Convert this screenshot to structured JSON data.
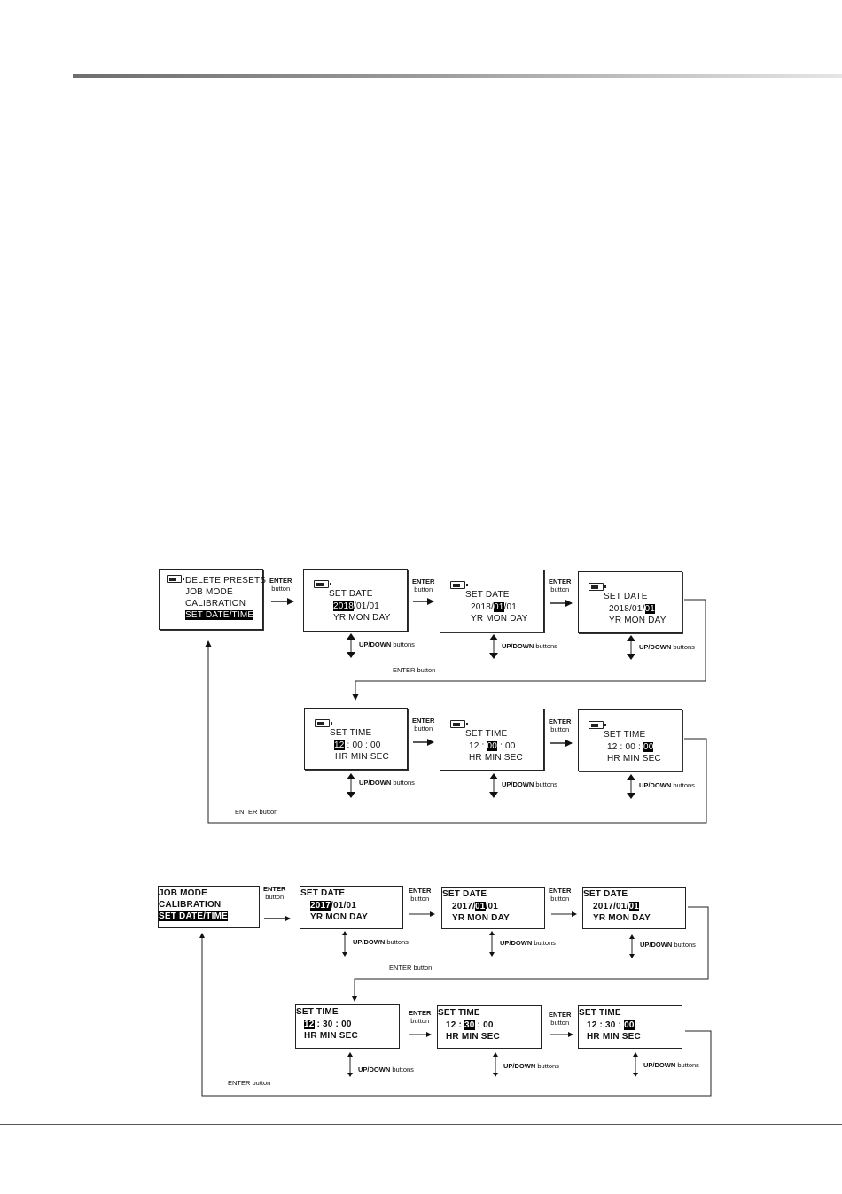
{
  "section_a": {
    "menu": [
      {
        "text": "DELETE PRESETS",
        "selected": false
      },
      {
        "text": "JOB MODE",
        "selected": false
      },
      {
        "text": "CALIBRATION",
        "selected": false
      },
      {
        "text": "SET DATE/TIME",
        "selected": true
      }
    ],
    "date_screens": [
      {
        "title": "SET DATE",
        "value": [
          "2018",
          "/",
          "01",
          "/",
          "01"
        ],
        "hl": 0,
        "units": "YR  MON  DAY"
      },
      {
        "title": "SET DATE",
        "value": [
          "2018",
          "/",
          "01",
          "/",
          "01"
        ],
        "hl": 2,
        "units": "YR  MON  DAY"
      },
      {
        "title": "SET DATE",
        "value": [
          "2018",
          "/",
          "01",
          "/",
          "01"
        ],
        "hl": 4,
        "units": "YR  MON  DAY"
      }
    ],
    "time_screens": [
      {
        "title": "SET TIME",
        "value": [
          "12",
          " : ",
          "00",
          " : ",
          "00"
        ],
        "hl": 0,
        "units": "HR  MIN  SEC"
      },
      {
        "title": "SET TIME",
        "value": [
          "12",
          " : ",
          "00",
          " : ",
          "00"
        ],
        "hl": 2,
        "units": "HR  MIN  SEC"
      },
      {
        "title": "SET TIME",
        "value": [
          "12",
          " : ",
          "00",
          " : ",
          "00"
        ],
        "hl": 4,
        "units": "HR  MIN  SEC"
      }
    ]
  },
  "section_b": {
    "menu": [
      {
        "text": "JOB MODE",
        "selected": false
      },
      {
        "text": "CALIBRATION",
        "selected": false
      },
      {
        "text": "SET DATE/TIME",
        "selected": true
      }
    ],
    "date_screens": [
      {
        "title": "SET DATE",
        "value": [
          "2017",
          "/",
          "01",
          "/",
          "01"
        ],
        "hl": 0,
        "units": "YR  MON  DAY"
      },
      {
        "title": "SET DATE",
        "value": [
          "2017",
          "/",
          "01",
          "/",
          "01"
        ],
        "hl": 2,
        "units": "YR  MON  DAY"
      },
      {
        "title": "SET DATE",
        "value": [
          "2017",
          "/",
          "01",
          "/",
          "01"
        ],
        "hl": 4,
        "units": "YR  MON  DAY"
      }
    ],
    "time_screens": [
      {
        "title": "SET TIME",
        "value": [
          "12",
          " : ",
          "30",
          " : ",
          "00"
        ],
        "hl": 0,
        "units": "HR  MIN  SEC"
      },
      {
        "title": "SET TIME",
        "value": [
          "12",
          " : ",
          "30",
          " : ",
          "00"
        ],
        "hl": 2,
        "units": "HR  MIN  SEC"
      },
      {
        "title": "SET TIME",
        "value": [
          "12",
          " : ",
          "30",
          " : ",
          "00"
        ],
        "hl": 4,
        "units": "HR  MIN  SEC"
      }
    ]
  },
  "labels": {
    "enter": "ENTER",
    "button": "button",
    "updown_strong": "UP/DOWN",
    "updown_rest": " buttons",
    "enter_button": "ENTER button"
  }
}
